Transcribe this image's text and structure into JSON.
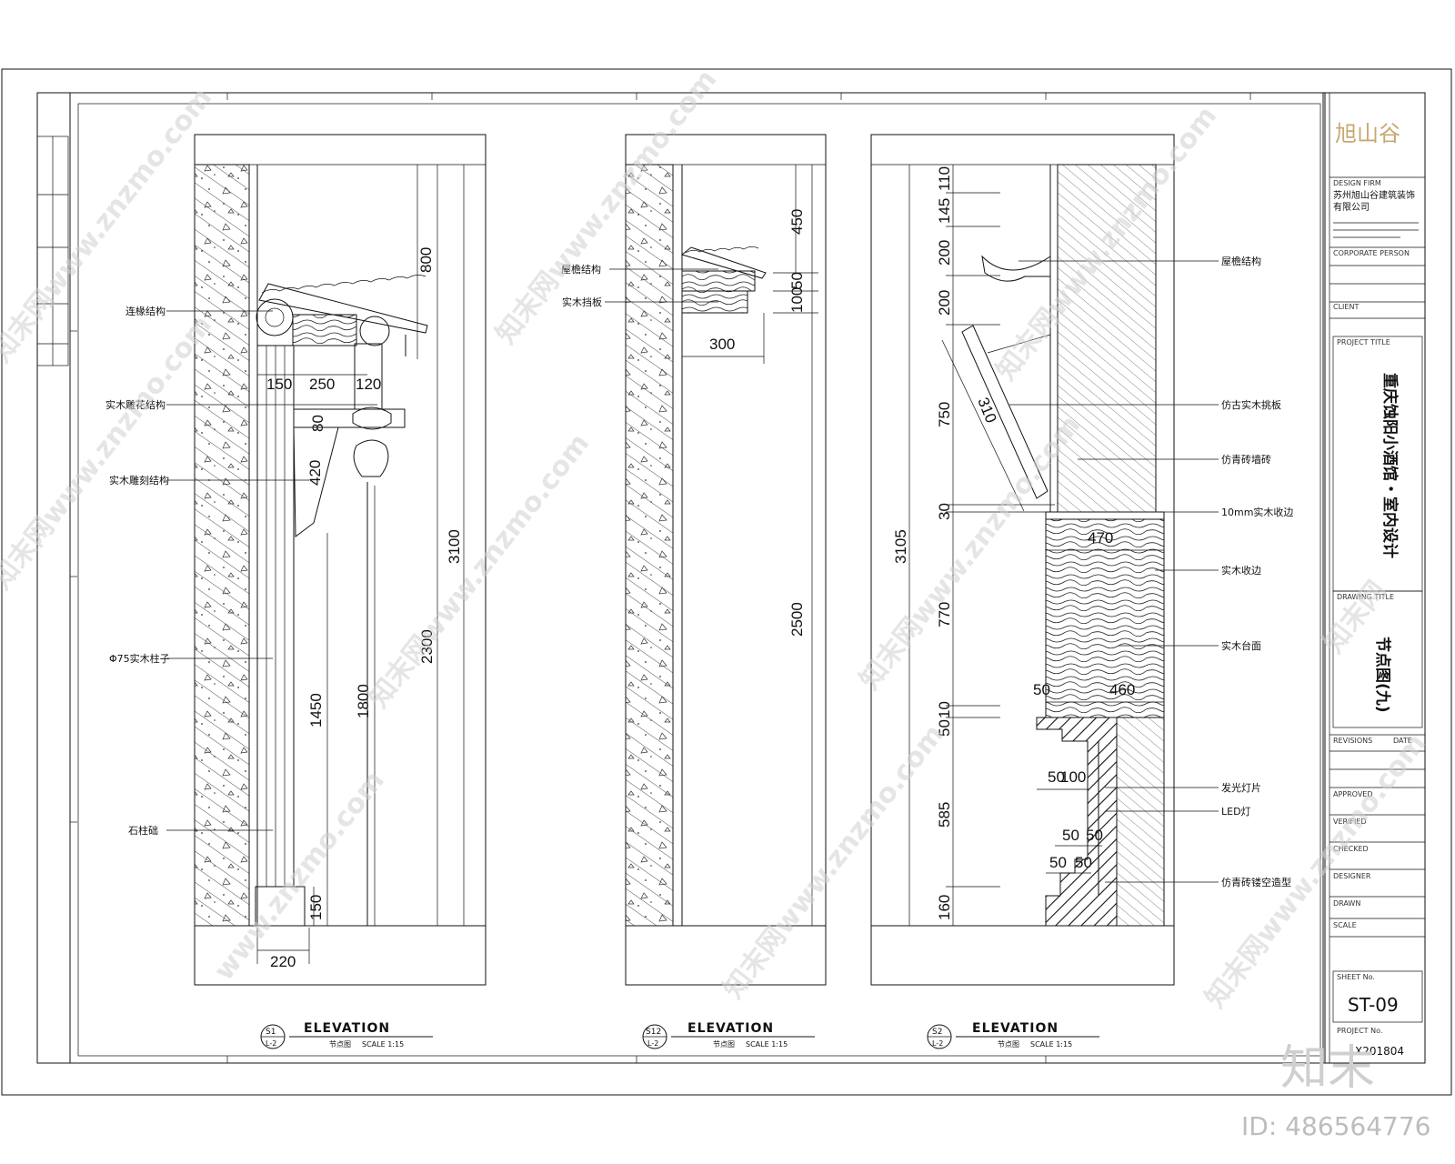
{
  "details": [
    {
      "id": "S1",
      "ref": "L-2",
      "caption": "ELEVATION",
      "subtitle": "节点图",
      "scale": "SCALE 1:15",
      "callouts": [
        "连椽结构",
        "实木雕花结构",
        "实木雕刻结构",
        "Φ75实木柱子",
        "石柱础"
      ],
      "dims": [
        "150",
        "250",
        "120",
        "800",
        "80",
        "420",
        "3100",
        "2300",
        "1800",
        "1450",
        "150",
        "220"
      ]
    },
    {
      "id": "S12",
      "ref": "L-2",
      "caption": "ELEVATION",
      "subtitle": "节点图",
      "scale": "SCALE 1:15",
      "callouts": [
        "屋檐结构",
        "实木挡板"
      ],
      "dims": [
        "450",
        "100",
        "50",
        "300",
        "2500"
      ]
    },
    {
      "id": "S2",
      "ref": "L-2",
      "caption": "ELEVATION",
      "subtitle": "节点图",
      "scale": "SCALE 1:15",
      "callouts": [
        "屋檐结构",
        "仿古实木挑板",
        "仿青砖墙砖",
        "10mm实木收边",
        "实木收边",
        "实木台面",
        "发光灯片",
        "LED灯",
        "仿青砖镂空造型"
      ],
      "dims": [
        "110",
        "145",
        "200",
        "200",
        "750",
        "30",
        "3105",
        "770",
        "10",
        "50",
        "585",
        "160",
        "470",
        "460",
        "50",
        "100",
        "50",
        "50",
        "50",
        "50",
        "310"
      ]
    }
  ],
  "title_block": {
    "logo": "旭山谷",
    "design_firm_label": "DESIGN FIRM",
    "firm_name_1": "苏州旭山谷建筑装饰",
    "firm_name_2": "有限公司",
    "corporate_label": "CORPORATE PERSON",
    "client_label": "CLIENT",
    "project_label": "PROJECT TITLE",
    "project_title": "重庆蚀阳小酒馆・室内设计",
    "drawing_label": "DRAWING TITLE",
    "drawing_title": "节点图(九)",
    "revisions_label": "REVISIONS",
    "date_label": "DATE",
    "approved_label": "APPROVED",
    "verified_label": "VERIFIED",
    "checked_label": "CHECKED",
    "designed_label": "DESIGNER",
    "drawn_label": "DRAWN",
    "scale_label": "SCALE",
    "sheet_no_label": "SHEET No.",
    "sheet_no": "ST-09",
    "project_no_label": "PROJECT No.",
    "project_no": "X201804"
  },
  "watermark": {
    "site": "www.znzmo.com",
    "brand": "知末网",
    "logo": "知末",
    "id_text": "ID: 486564776"
  }
}
